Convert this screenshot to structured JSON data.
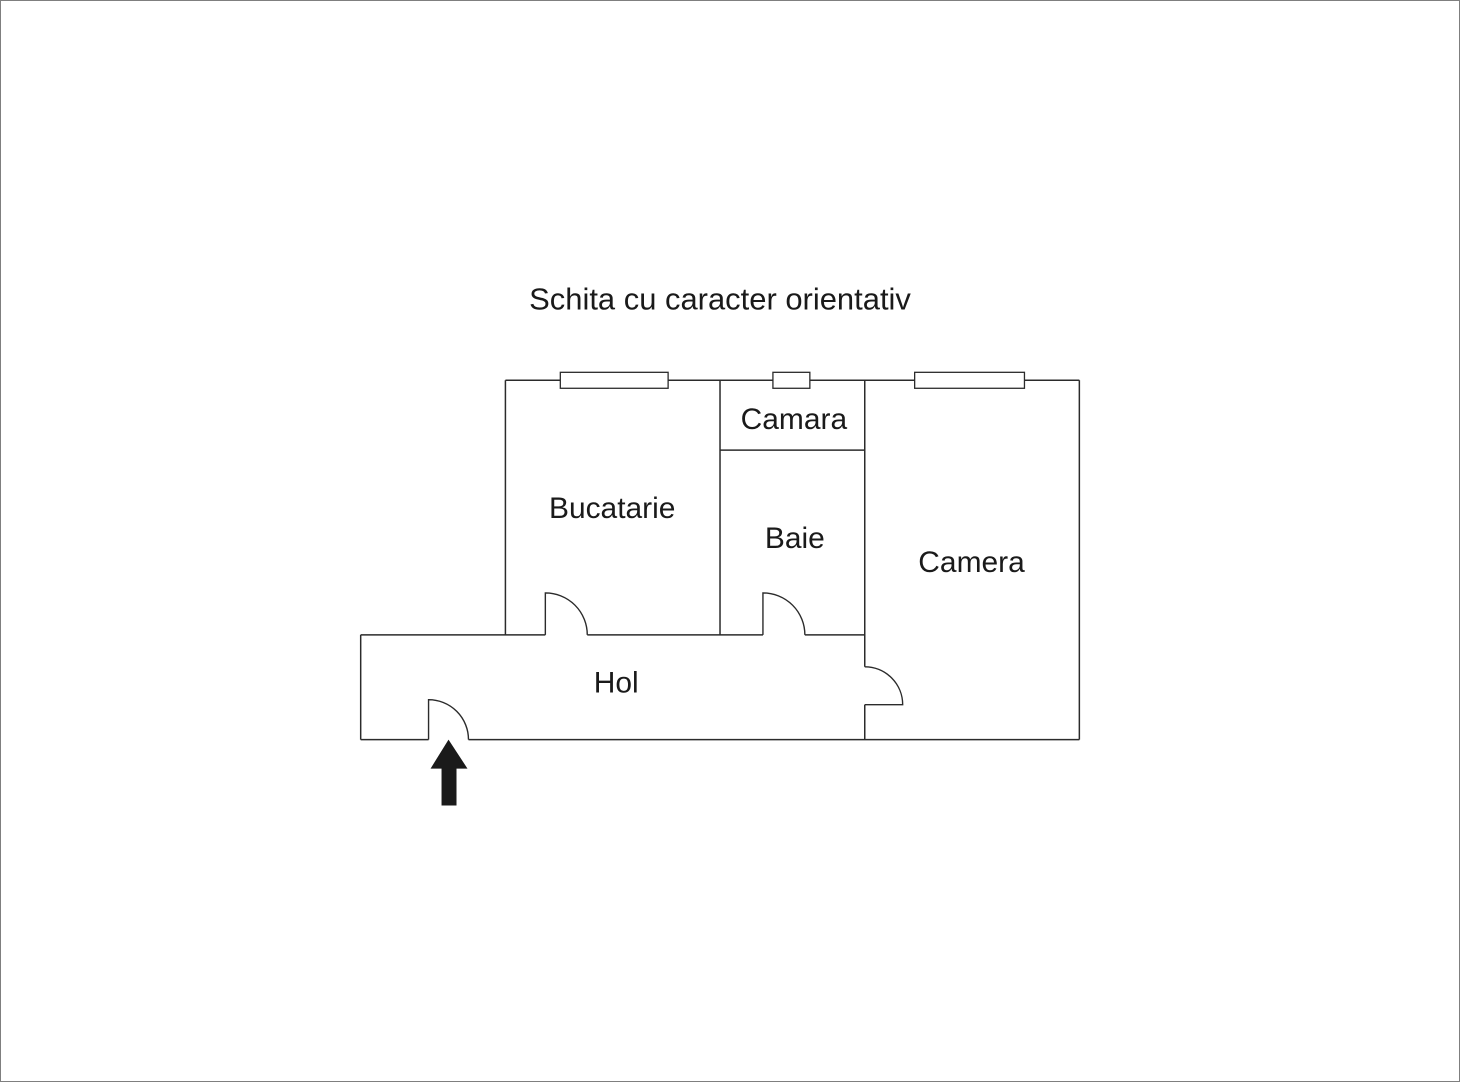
{
  "title": "Schita cu caracter orientativ",
  "rooms": {
    "bucatarie": "Bucatarie",
    "camara": "Camara",
    "baie": "Baie",
    "camera": "Camera",
    "hol": "Hol"
  },
  "colors": {
    "wall": "#2b2b2b",
    "arrow": "#1a1a1a",
    "background": "#ffffff",
    "text": "#1a1a1a"
  },
  "legend": {
    "entrance_marker": "entrance-arrow-up"
  }
}
